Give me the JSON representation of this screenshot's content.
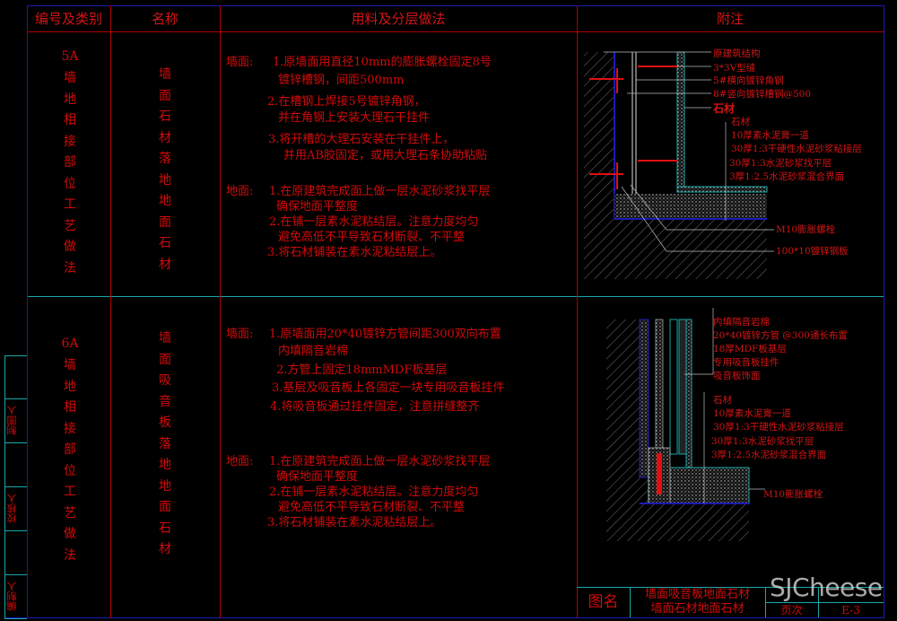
{
  "header": {
    "col_code": "编号及类别",
    "col_name": "名称",
    "col_method": "用料及分层做法",
    "col_note": "附注"
  },
  "rows": [
    {
      "code": "5A",
      "category": "墙地相接部位工艺做法",
      "name": "墙面石材落地地面石材",
      "wall_label": "墙面:",
      "wall_steps": [
        "1.原墙面用直径10mm的膨胀螺栓固定8号",
        "镀锌槽钢，间距500mm",
        "2.在槽钢上焊接5号镀锌角钢，",
        "并在角钢上安装大理石干挂件",
        "3.将开槽的大理石安装在干挂件上，",
        "并用AB胶固定，或用大理石条协助粘贴"
      ],
      "floor_label": "地面:",
      "floor_steps": [
        "1.在原建筑完成面上做一层水泥砂浆找平层",
        "确保地面平整度",
        "2.在铺一层素水泥粘结层。注意力度均匀",
        "避免高低不平导致石材断裂、不平整",
        "3.将石材铺装在素水泥粘结层上。"
      ],
      "annotations": [
        "原建筑结构",
        "3*3V型缝",
        "5#横向镀锌角钢",
        "8#竖向镀锌槽钢@500",
        "石材",
        "石材",
        "10厚素水泥膏一道",
        "30厚1:3干硬性水泥砂浆粘接层",
        "30厚1:3水泥砂浆找平层",
        "3厚1:2.5水泥砂浆混合界面",
        "M10膨胀螺栓",
        "100*10镀锌钢板"
      ]
    },
    {
      "code": "6A",
      "category": "墙地相接部位工艺做法",
      "name": "墙面吸音板落地地面石材",
      "wall_label": "墙面:",
      "wall_steps": [
        "1.原墙面用20*40镀锌方管间距300双向布置",
        "内填隔音岩棉",
        "2.方管上固定18mmMDF板基层",
        "3.基层及吸音板上各固定一块专用吸音板挂件",
        "4.将吸音板通过挂件固定，注意拼缝整齐"
      ],
      "floor_label": "地面:",
      "floor_steps": [
        "1.在原建筑完成面上做一层水泥砂浆找平层",
        "确保地面平整度",
        "2.在铺一层素水泥粘结层。注意力度均匀",
        "避免高低不平导致石材断裂、不平整",
        "3.将石材铺装在素水泥粘结层上。"
      ],
      "annotations": [
        "内填隔音岩棉",
        "20*40镀锌方管 @300通长布置",
        "18厚MDF板基层",
        "专用吸音板挂件",
        "吸音板饰面",
        "石材",
        "10厚素水泥膏一道",
        "30厚1:3干硬性水泥砂浆粘接层",
        "30厚1:3水泥砂浆找平层",
        "3厚1:2.5水泥砂浆混合界面",
        "M10膨胀螺栓"
      ]
    }
  ],
  "side_strip": {
    "drawn_by": "制图人",
    "checked_by": "校核人",
    "compiled_by": "编制人"
  },
  "title_block": {
    "label": "图名",
    "title_line1": "墙面吸音板地面石材",
    "title_line2": "墙面石材地面石材",
    "page_label": "页次",
    "page_value": "E-3"
  },
  "watermark": "SJCheese",
  "colors": {
    "text": "#d20a0a",
    "grid_red": "#b00000",
    "grid_blue": "#1a1ab4",
    "cyan": "#19a8a8"
  }
}
